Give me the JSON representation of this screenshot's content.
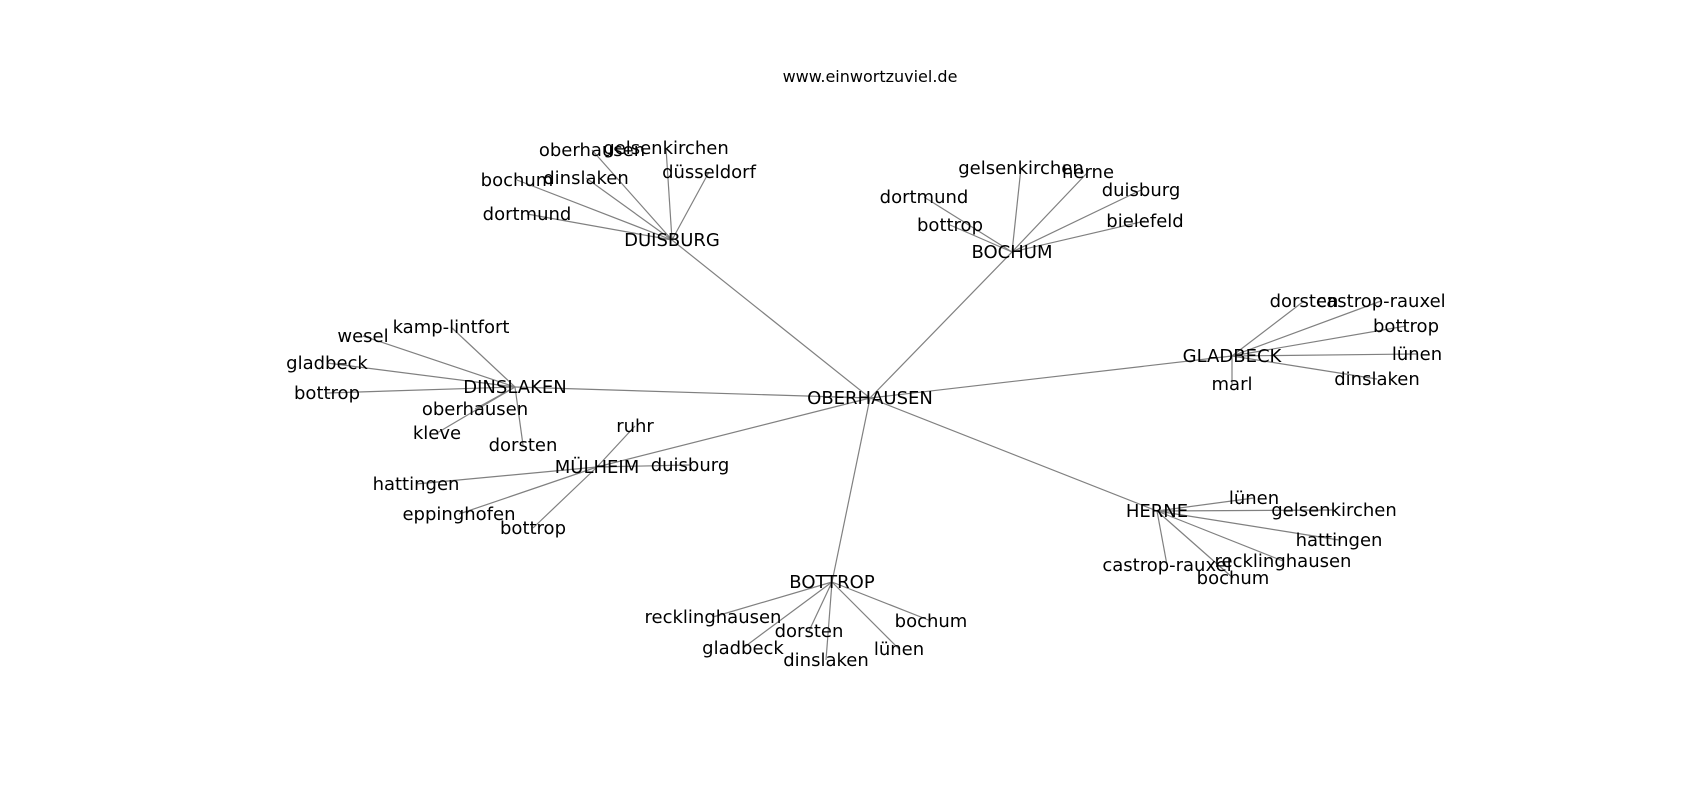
{
  "title": "www.einwortzuviel.de",
  "graph": {
    "root": "OBERHAUSEN",
    "hubs": [
      {
        "label": "DUISBURG",
        "leaves": [
          "oberhausen",
          "gelsenkirchen",
          "dinslaken",
          "düsseldorf",
          "bochum",
          "dortmund"
        ]
      },
      {
        "label": "BOCHUM",
        "leaves": [
          "gelsenkirchen",
          "herne",
          "dortmund",
          "duisburg",
          "bottrop",
          "bielefeld"
        ]
      },
      {
        "label": "GLADBECK",
        "leaves": [
          "dorsten",
          "castrop-rauxel",
          "bottrop",
          "lünen",
          "marl",
          "dinslaken"
        ]
      },
      {
        "label": "DINSLAKEN",
        "leaves": [
          "kamp-lintfort",
          "wesel",
          "gladbeck",
          "bottrop",
          "oberhausen",
          "kleve",
          "dorsten"
        ]
      },
      {
        "label": "MÜLHEIM",
        "leaves": [
          "ruhr",
          "duisburg",
          "hattingen",
          "eppinghofen",
          "bottrop"
        ]
      },
      {
        "label": "HERNE",
        "leaves": [
          "lünen",
          "gelsenkirchen",
          "hattingen",
          "castrop-rauxel",
          "recklinghausen",
          "bochum"
        ]
      },
      {
        "label": "BOTTROP",
        "leaves": [
          "recklinghausen",
          "dorsten",
          "bochum",
          "gladbeck",
          "dinslaken",
          "lünen"
        ]
      }
    ]
  }
}
